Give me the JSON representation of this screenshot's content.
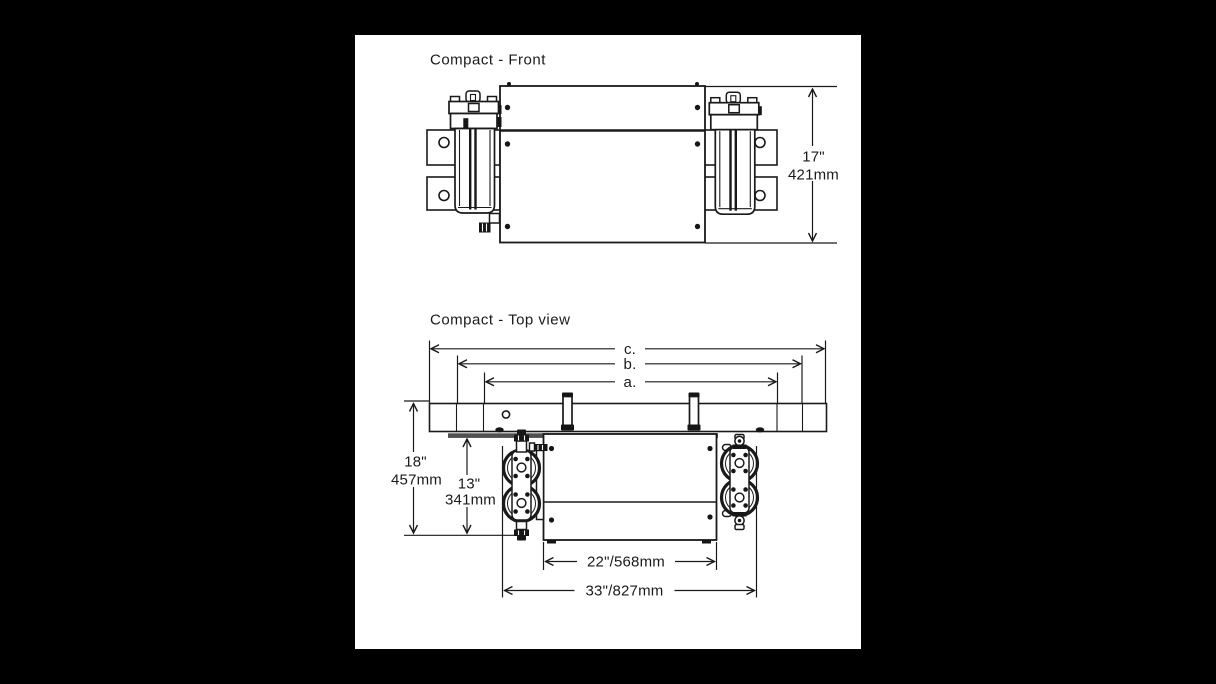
{
  "page": {
    "background": "#000000",
    "paper": "#ffffff",
    "ink": "#1a1a1a",
    "shadow_gray": "#4f4f4f"
  },
  "front_view": {
    "title": "Compact - Front",
    "height": {
      "inches": "17\"",
      "millimeters": "421mm"
    }
  },
  "top_view": {
    "title": "Compact - Top view",
    "span_labels": {
      "c": "c.",
      "b": "b.",
      "a": "a."
    },
    "overall_depth": {
      "inches": "18\"",
      "millimeters": "457mm"
    },
    "cabinet_depth": {
      "inches": "13\"",
      "millimeters": "341mm"
    },
    "cabinet_width": "22\"/568mm",
    "overall_width": "33\"/827mm"
  }
}
